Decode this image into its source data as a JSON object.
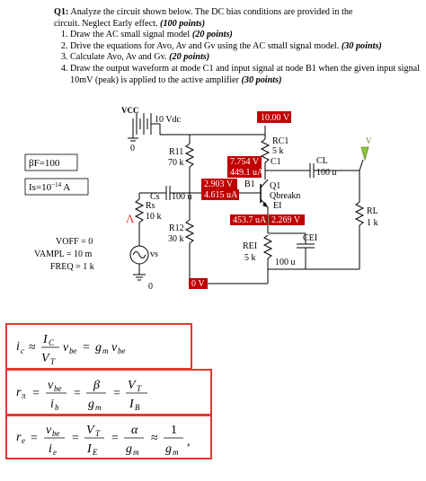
{
  "question": {
    "label": "Q1:",
    "intro": "Analyze the circuit shown below.  The DC bias conditions are provided in the",
    "intro2": "circuit. Neglect Early effect.",
    "intro_points": "(100 points)",
    "items": [
      {
        "text": "Draw the AC small signal model ",
        "points": "(20 points)"
      },
      {
        "text": "Drive the equations for Avo, Av and Gv using the AC small signal model. ",
        "points": "(30 points)"
      },
      {
        "text": "Calculate Avo, Av and Gv. ",
        "points": "(20 points)"
      },
      {
        "text": "Draw the output waveform at mode C1 and input signal at node B1 when the given input signal 10mV (peak) is applied to the active amplifier ",
        "points": "(30 points)"
      }
    ]
  },
  "circuit": {
    "vcc_label": "VCC",
    "vcc_value": "10 Vdc",
    "vcc_node_value": "10.00 V",
    "ground_zero_1": "0",
    "ground_zero_2": "0",
    "zero_volt_box": "0 V",
    "beta": "βF=100",
    "is_label": "Is=10",
    "is_exp": "−14",
    "is_unit": " A",
    "r11_name": "R11",
    "r11_value": "70 k",
    "r12_name": "R12",
    "r12_value": "30 k",
    "rc1_name": "RC1",
    "rc1_value": "5 k",
    "rei_name": "REI",
    "rei_value": "5 k",
    "rl_name": "RL",
    "rl_value": "1 k",
    "rs_name": "Rs",
    "rs_value": "10 k",
    "cs_name": "Cs",
    "cs_value": "100 u",
    "cl_name": "CL",
    "cl_value": "100 u",
    "cei_name": "CEI",
    "cei_value": "100 u",
    "q_name": "Q1",
    "q_model": "Qbreakn",
    "node_b1": "B1",
    "node_c1": "C1",
    "node_ei": "EI",
    "v_c": "7.754 V",
    "i_c": "449.1 uA",
    "v_b": "2.903 V",
    "i_b": "4.615 uA",
    "i_e": "453.7 uA",
    "v_e": "2.269 V",
    "vs_name": "vs",
    "voff": "VOFF = 0",
    "vampl": "VAMPL = 10 m",
    "freq": "FREQ = 1 k",
    "marker_a": "Λ",
    "marker_v": "V"
  },
  "colors": {
    "accent_red": "#e03a2f",
    "probe_green": "#8dc63f",
    "box_fill": "#c00000",
    "wire": "#000000"
  }
}
